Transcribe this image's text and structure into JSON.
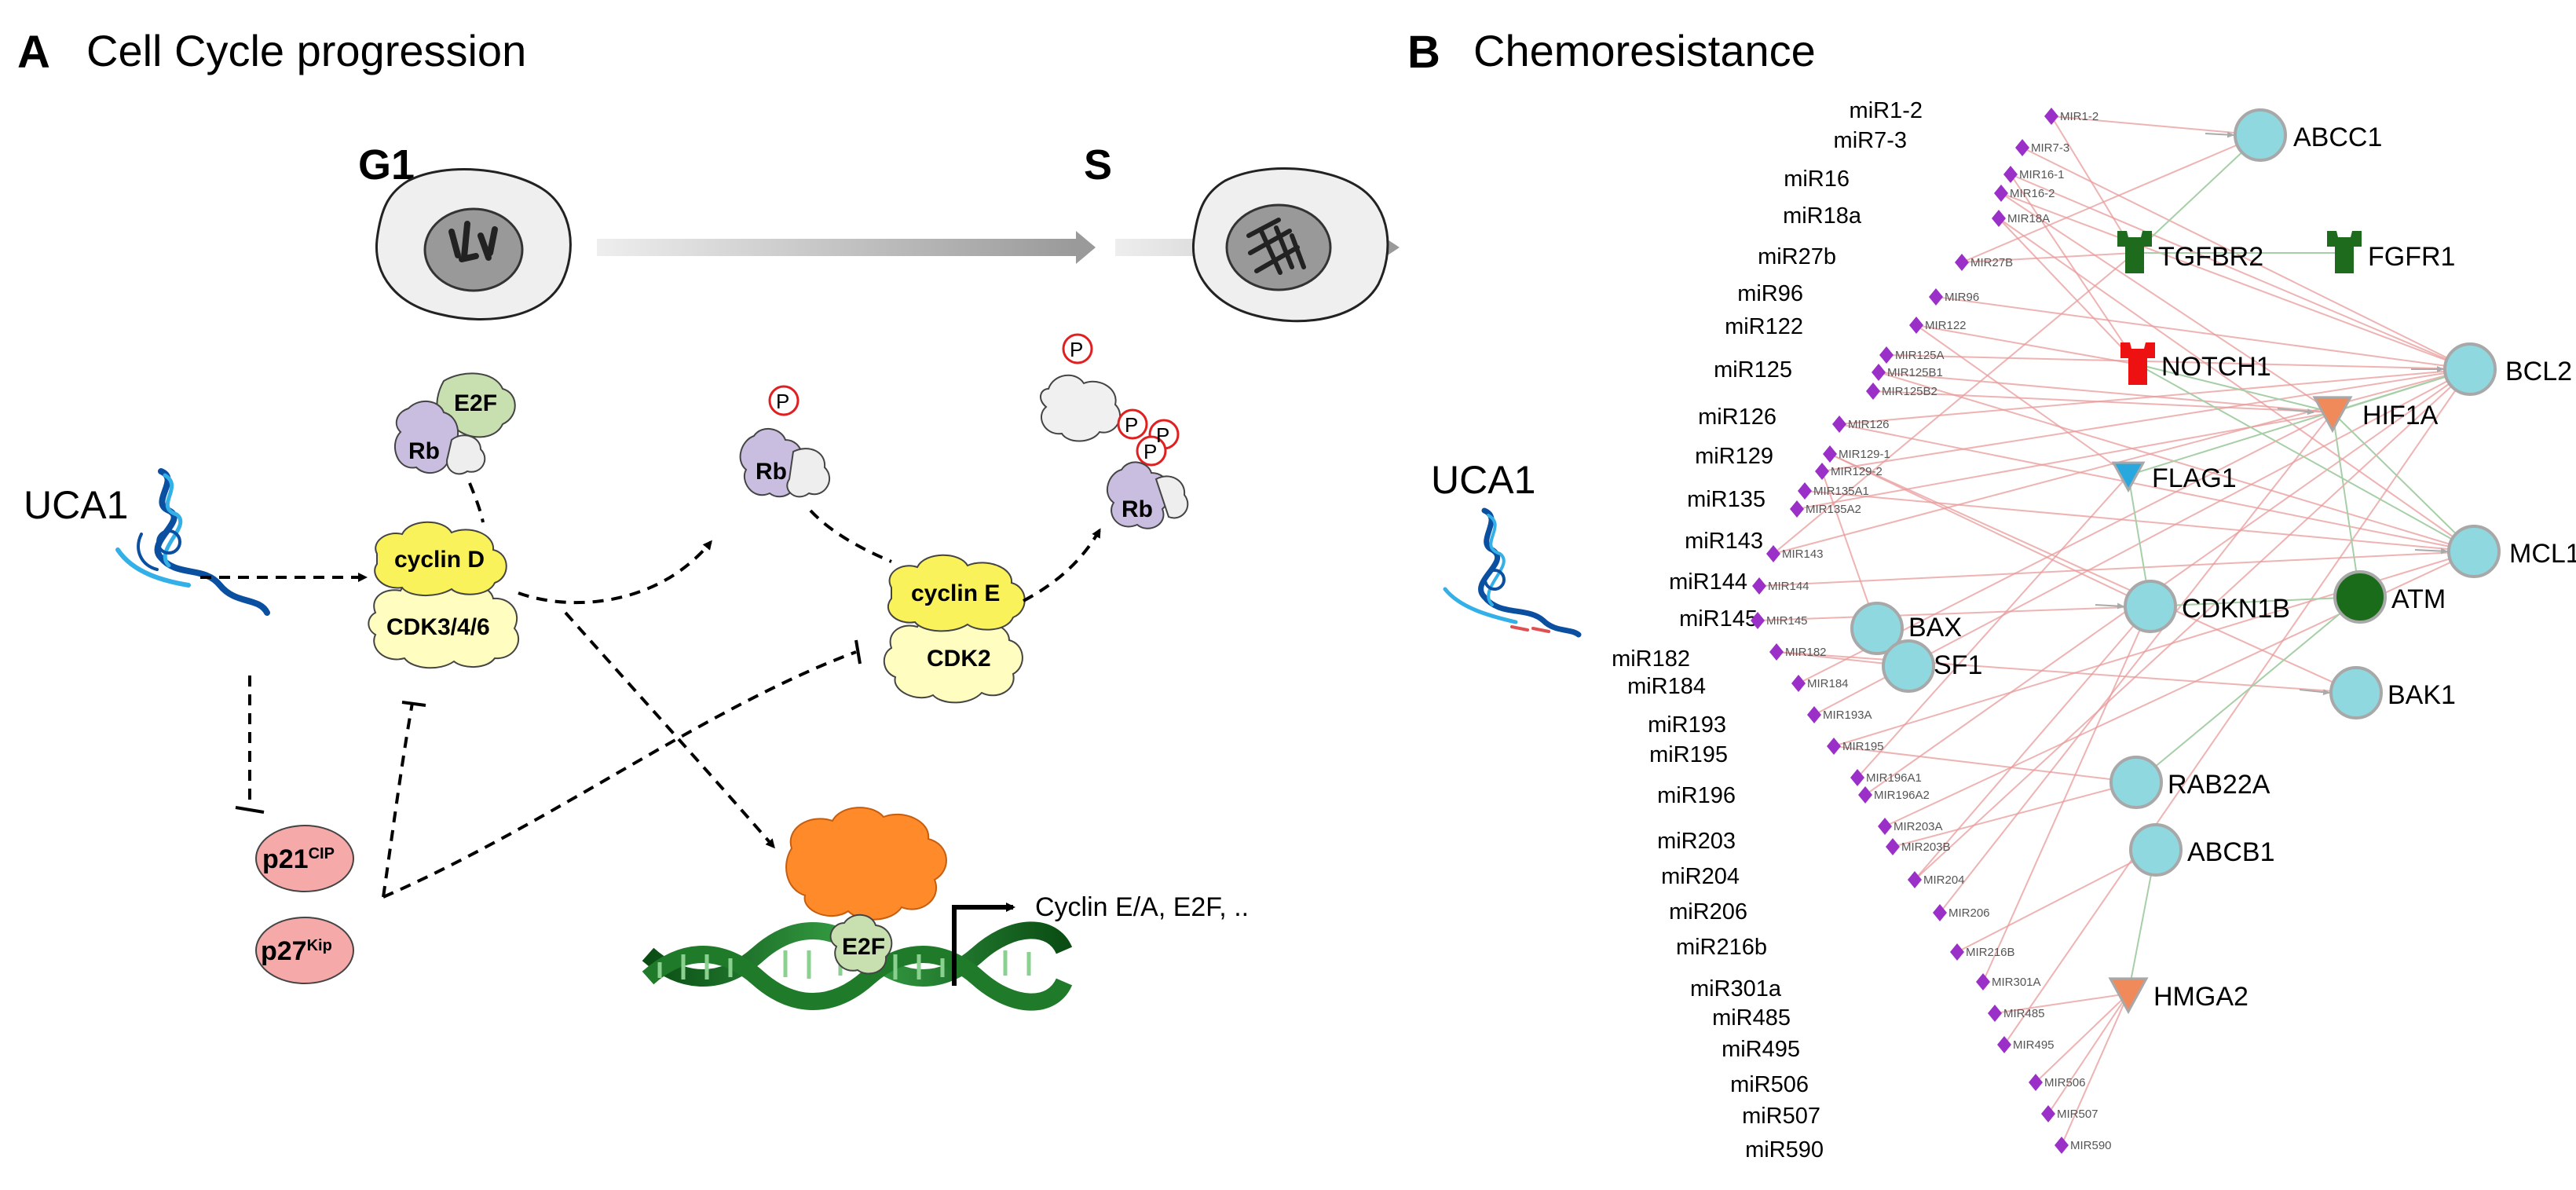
{
  "panel_a": {
    "letter": "A",
    "title": "Cell Cycle progression",
    "phase_g1": "G1",
    "phase_s": "S",
    "uca1": "UCA1",
    "e2f_top": "E2F",
    "rb_top": "Rb",
    "phospho": "P",
    "rb_mid": "Rb",
    "rb_right": "Rb",
    "cyclin_d": "cyclin D",
    "cdk346": "CDK3/4/6",
    "cyclin_e": "cyclin E",
    "cdk2": "CDK2",
    "p21_main": "p21",
    "p21_sup": "CIP",
    "p27_main": "p27",
    "p27_sup": "Kip",
    "e2f_dna": "E2F",
    "target_genes": "Cyclin E/A, E2F, .."
  },
  "panel_b": {
    "letter": "B",
    "title": "Chemoresistance",
    "uca1": "UCA1",
    "mirs_left": [
      "miR1-2",
      "miR7-3",
      "miR16",
      "miR18a",
      "miR27b",
      "miR96",
      "miR122",
      "miR125",
      "miR126",
      "miR129",
      "miR135",
      "miR143",
      "miR144",
      "miR145",
      "miR182",
      "miR184",
      "miR193",
      "miR195",
      "miR196",
      "miR203",
      "miR204",
      "miR206",
      "miR216b",
      "miR301a",
      "miR485",
      "miR495",
      "miR506",
      "miR507",
      "miR590"
    ],
    "mirs_node": [
      "MIR1-2",
      "MIR7-3",
      "MIR16-1",
      "MIR16-2",
      "MIR18A",
      "MIR27B",
      "MIR96",
      "MIR122",
      "MIR125A",
      "MIR125B1",
      "MIR125B2",
      "MIR126",
      "MIR129-1",
      "MIR129-2",
      "MIR135A1",
      "MIR135A2",
      "MIR143",
      "MIR144",
      "MIR145",
      "MIR182",
      "MIR184",
      "MIR193A",
      "MIR195",
      "MIR196A1",
      "MIR196A2",
      "MIR203A",
      "MIR203B",
      "MIR204",
      "MIR206",
      "MIR216B",
      "MIR301A",
      "MIR485",
      "MIR495",
      "MIR506",
      "MIR507",
      "MIR590"
    ],
    "genes": {
      "abcc1": "ABCC1",
      "tgfbr2": "TGFBR2",
      "fgfr1": "FGFR1",
      "notch1": "NOTCH1",
      "bcl2": "BCL2",
      "hif1a": "HIF1A",
      "flag1": "FLAG1",
      "mcl1": "MCL1",
      "bax": "BAX",
      "sf1": "SF1",
      "cdkn1b": "CDKN1B",
      "atm": "ATM",
      "bak1": "BAK1",
      "rab22a": "RAB22A",
      "abcb1": "ABCB1",
      "hmga2": "HMGA2"
    },
    "colors": {
      "mir_node": "#9b30c8",
      "gene_circle": "#8fd8e0",
      "receptor_green": "#1e6b1e",
      "receptor_red": "#ee1111",
      "triangle_orange": "#f08a5a",
      "triangle_blue": "#29a8e0",
      "atm_green": "#1a6b1a",
      "edge_red": "#e89a9a",
      "edge_green": "#a7cfa7"
    }
  }
}
